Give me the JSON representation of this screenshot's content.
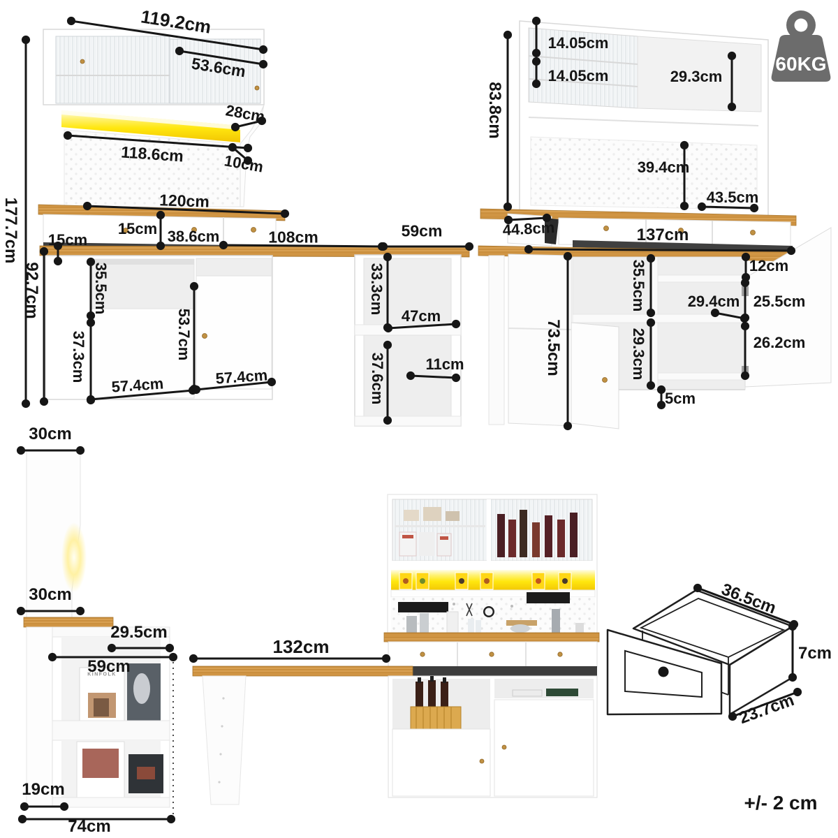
{
  "product_note": {
    "tolerance": "+/- 2 cm"
  },
  "weight_badge": {
    "label": "60KG"
  },
  "front_view": {
    "hutch_width": "119.2cm",
    "glass_door_width": "53.6cm",
    "led_shelf_depth": "28cm",
    "pegboard_width": "118.6cm",
    "side_panel_depth": "10cm",
    "countertop_width": "120cm",
    "drawer_height": "15cm",
    "drawer_width": "38.6cm",
    "desk_length": "108cm",
    "leg_unit_width": "59cm",
    "total_height": "177.7cm",
    "base_height": "92.7cm",
    "counter_clearance": "15cm",
    "open_shelf_height": "35.5cm",
    "left_door_height": "37.3cm",
    "right_door_height": "53.7cm",
    "left_section_width": "57.4cm",
    "right_section_width": "57.4cm",
    "leg_upper_opening_height": "33.3cm",
    "leg_shelf_width": "47cm",
    "leg_lower_opening_height": "37.6cm",
    "leg_shelf_depth": "11cm"
  },
  "back_view": {
    "top_shelf_height": "14.05cm",
    "middle_shelf_height": "14.05cm",
    "right_shelf_height": "29.3cm",
    "hutch_height": "83.8cm",
    "pegboard_height": "39.4cm",
    "hutch_depth": "43.5cm",
    "side_board_depth": "44.8cm",
    "cabinet_width": "137cm",
    "upper_compartment_height": "35.5cm",
    "top_gap_height": "12cm",
    "shelf_depth": "29.4cm",
    "middle_compartment_height": "25.5cm",
    "lower_compartment_height": "29.3cm",
    "bottom_compartment_height": "26.2cm",
    "base_height": "73.5cm",
    "toe_kick_height": "5cm"
  },
  "side_view": {
    "top_depth": "30cm",
    "middle_depth": "30cm",
    "shelf_depth": "29.5cm",
    "desktop_depth": "59cm",
    "rack_depth": "19cm",
    "total_depth": "74cm",
    "magazine_title": "KINFOLK"
  },
  "photo_view": {
    "desk_length": "132cm"
  },
  "drawer_detail": {
    "width": "36.5cm",
    "height": "7cm",
    "depth": "23.7cm"
  }
}
